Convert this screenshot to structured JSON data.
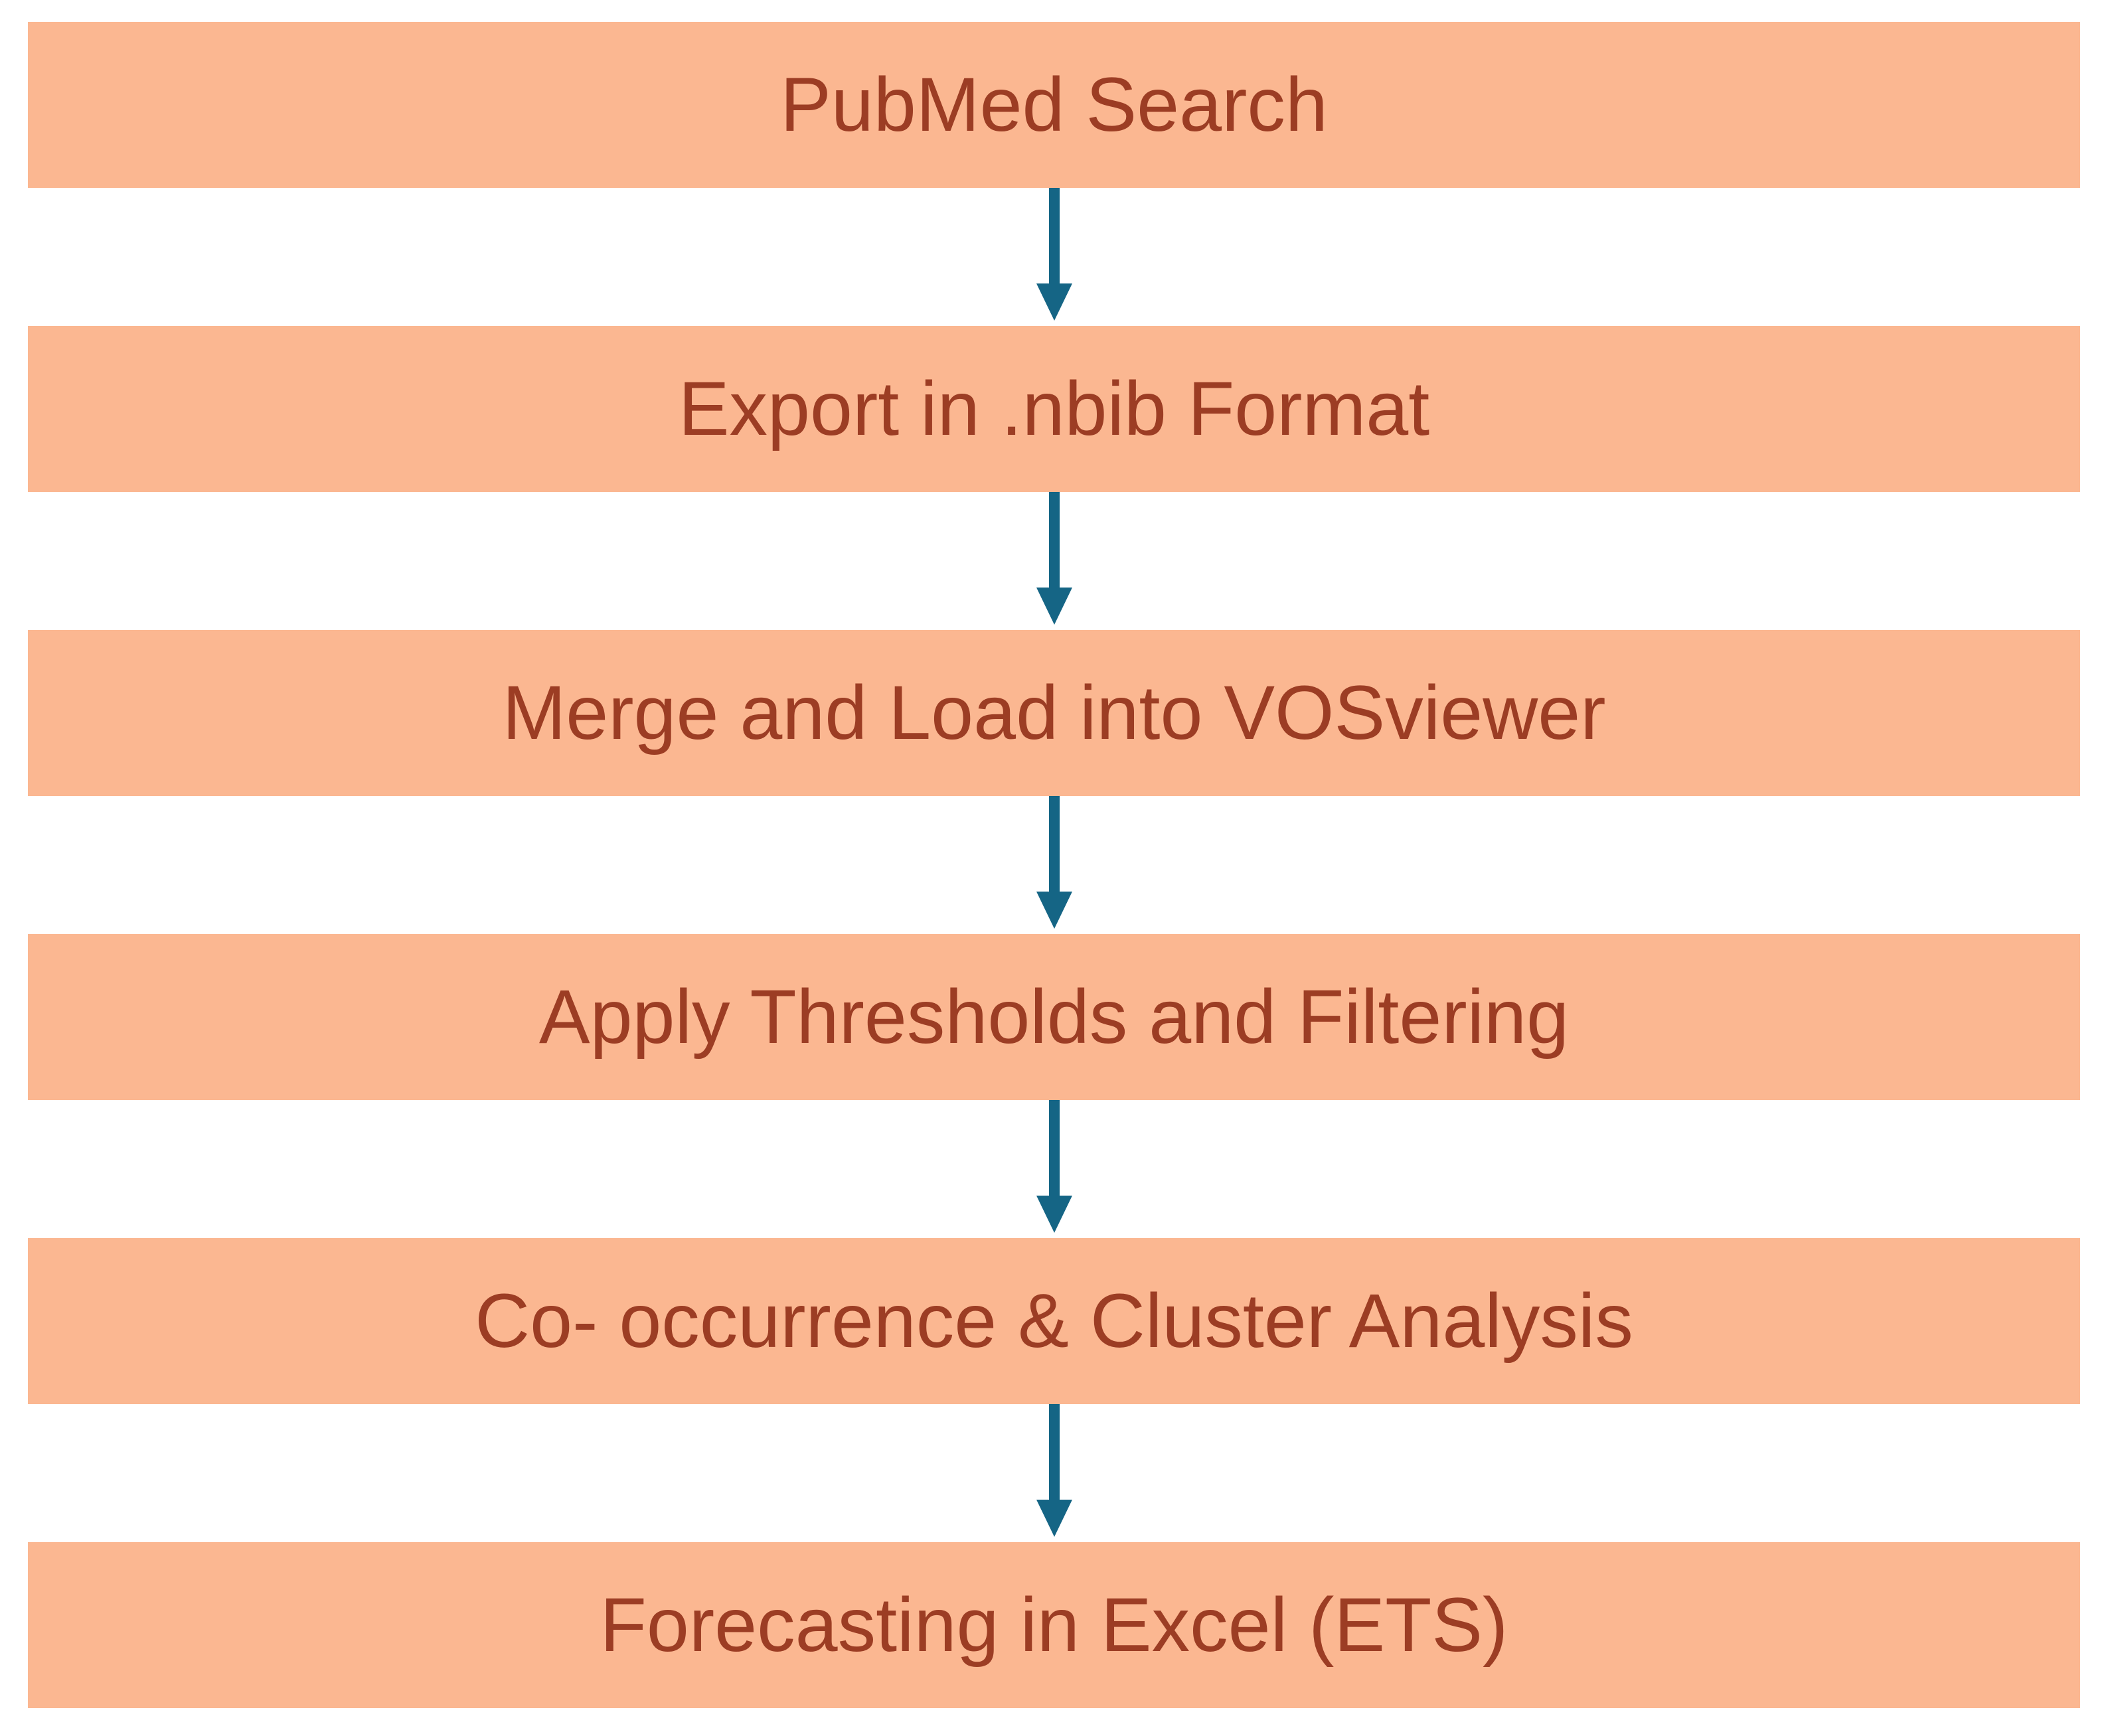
{
  "diagram": {
    "type": "flowchart",
    "direction": "top-down",
    "steps": [
      {
        "label": "PubMed Search"
      },
      {
        "label": "Export in .nbib Format"
      },
      {
        "label": "Merge and Load into VOSviewer"
      },
      {
        "label": "Apply Thresholds and Filtering"
      },
      {
        "label": "Co- occurrence & Cluster Analysis"
      },
      {
        "label": "Forecasting in Excel (ETS)"
      }
    ],
    "connector": "down-arrow"
  },
  "colors": {
    "box_fill": "#FBB791",
    "box_text": "#9C3D24",
    "arrow": "#156585",
    "background": "#FFFFFF"
  }
}
